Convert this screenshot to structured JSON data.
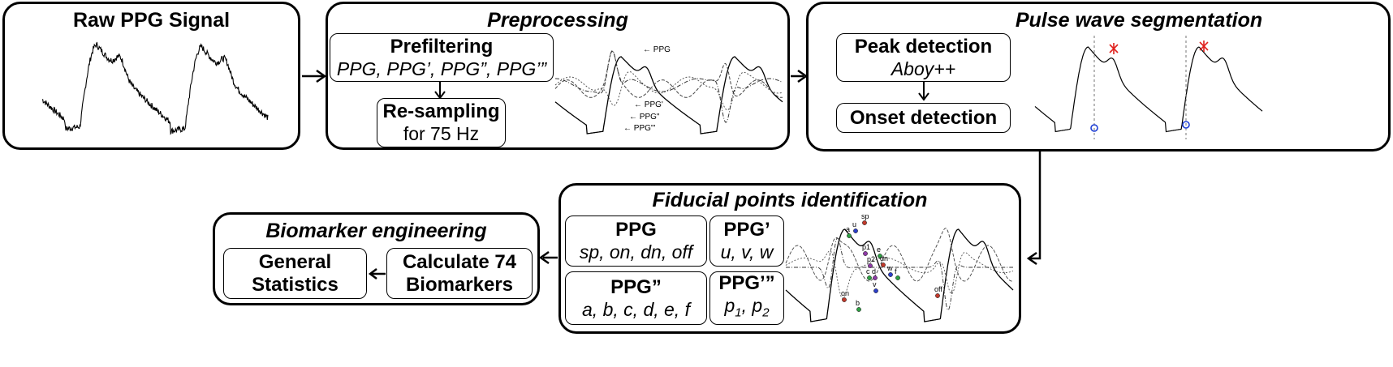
{
  "panels": {
    "raw": {
      "title": "Raw PPG Signal"
    },
    "preprocessing": {
      "title": "Preprocessing",
      "prefilter_title": "Prefiltering",
      "prefilter_sub": "PPG, PPG’, PPG”, PPG’”",
      "resample_title": "Re-sampling",
      "resample_sub": "for 75 Hz",
      "plot_labels": {
        "ppg": "← PPG",
        "ppg1": "← PPG'",
        "ppg2": "← PPG\"",
        "ppg3": "← PPG'\""
      }
    },
    "segmentation": {
      "title": "Pulse wave segmentation",
      "peak_title": "Peak detection",
      "peak_sub": "Aboy++",
      "onset_title": "Onset detection"
    },
    "fiducial": {
      "title": "Fiducial points identification",
      "ppg_title": "PPG",
      "ppg_points": "sp, on, dn, off",
      "ppg1_title": "PPG’",
      "ppg1_points": "u, v, w",
      "ppg2_title": "PPG”",
      "ppg2_points": "a, b, c, d, e, f",
      "ppg3_title": "PPG’”",
      "ppg3_p1": "p",
      "ppg3_p1_sub": "1",
      "ppg3_sep": ", ",
      "ppg3_p2": "p",
      "ppg3_p2_sub": "2",
      "plot_points": [
        "sp",
        "a",
        "u",
        "p1",
        "p2",
        "e",
        "dn",
        "c",
        "d",
        "w",
        "f",
        "v",
        "on",
        "b",
        "off"
      ]
    },
    "biomarker": {
      "title": "Biomarker engineering",
      "calc_line1": "Calculate 74",
      "calc_line2": "Biomarkers",
      "stats_line1": "General",
      "stats_line2": "Statistics"
    }
  },
  "colors": {
    "peak_marker": "#e0201c",
    "onset_marker": "#1f3fd6",
    "fid_red": "#c0392b",
    "fid_blue": "#2c3ec9",
    "fid_green": "#2ea043",
    "fid_purple": "#8e3aa5"
  }
}
